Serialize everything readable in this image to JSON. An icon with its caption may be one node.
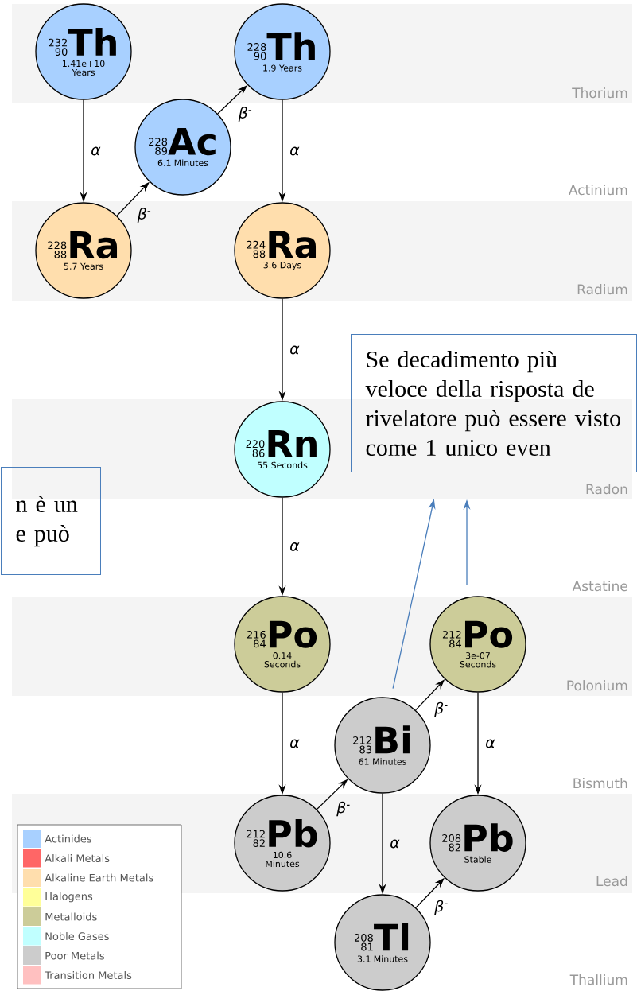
{
  "diagram": {
    "nodes": [
      {
        "text": [
          "232",
          "90",
          "Th",
          "1.41e+10 Years"
        ]
      },
      {
        "text": [
          "228",
          "90",
          "Th",
          "1.9 Years"
        ]
      },
      {
        "text": [
          "228",
          "89",
          "Ac",
          "6.1 Minutes"
        ]
      },
      {
        "text": [
          "228",
          "88",
          "Ra",
          "5.7 Years"
        ]
      },
      {
        "text": [
          "224",
          "88",
          "Ra",
          "3.6 Days"
        ]
      },
      {
        "text": [
          "Se decadimento più veloce della risposta de rivelatore può essere visto come 1 unico even"
        ]
      },
      {
        "text": [
          "220",
          "86",
          "Rn",
          "55 Seconds"
        ]
      },
      {
        "text": [
          "n è un e può"
        ]
      },
      {
        "text": [
          "216",
          "84",
          "Po",
          "0.14 Seconds"
        ]
      },
      {
        "text": [
          "212",
          "84",
          "Po",
          "3e-07 Seconds"
        ]
      },
      {
        "text": [
          "212",
          "83",
          "Bi",
          "61 Minutes"
        ]
      },
      {
        "text": [
          "212",
          "82",
          "Pb",
          "10.6 Minutes"
        ]
      },
      {
        "text": [
          "208",
          "82",
          "Pb",
          "Stable"
        ]
      },
      {
        "text": [
          "208",
          "81",
          "Tl",
          "3.1 Minutes"
        ]
      }
    ],
    "edges": [
      {
        "from": 0,
        "to": 3,
        "arrow": "to",
        "label": "α"
      },
      {
        "from": 3,
        "to": 2,
        "arrow": "to",
        "label": "β$^{-}$"
      },
      {
        "from": 2,
        "to": 1,
        "arrow": "to",
        "label": "β$^{-}$"
      },
      {
        "from": 1,
        "to": 4,
        "arrow": "to",
        "label": "α"
      },
      {
        "from": 4,
        "to": 6,
        "arrow": "to",
        "label": "α"
      },
      {
        "from": 6,
        "to": 8,
        "arrow": "to",
        "label": "α"
      },
      {
        "from": 8,
        "to": 11,
        "arrow": "to",
        "label": "α"
      },
      {
        "from": 11,
        "to": 10,
        "arrow": "to",
        "label": "β$^{-}$"
      },
      {
        "from": 10,
        "to": 9,
        "arrow": "to",
        "label": "β$^{-}$"
      },
      {
        "from": 10,
        "to": 13,
        "arrow": "to",
        "label": "α"
      },
      {
        "from": 9,
        "to": 12,
        "arrow": "to",
        "label": "α"
      },
      {
        "from": 13,
        "to": 12,
        "arrow": "to",
        "label": "β$^{-}$"
      },
      {
        "from": 10,
        "to": 5,
        "arrow": "to",
        "color": "#4a7ebb"
      },
      {
        "from": 9,
        "to": 5,
        "arrow": "to",
        "color": "#4a7ebb"
      }
    ],
    "labels": [
      "Thorium",
      "Actinium",
      "Radium",
      "Radon",
      "Astatine",
      "Polonium",
      "Bismuth",
      "Lead",
      "Thallium"
    ],
    "legend": [
      {
        "text": "Actinides",
        "color": "#a8d0ff"
      },
      {
        "text": "Alkali Metals",
        "color": "#ff6666"
      },
      {
        "text": "Alkaline Earth Metals",
        "color": "#ffdead"
      },
      {
        "text": "Halogens",
        "color": "#ffff99"
      },
      {
        "text": "Metalloids",
        "color": "#cccc99"
      },
      {
        "text": "Noble Gases",
        "color": "#c0ffff"
      },
      {
        "text": "Poor Metals",
        "color": "#cccccc"
      },
      {
        "text": "Transition Metals",
        "color": "#ffc0c0"
      }
    ]
  }
}
